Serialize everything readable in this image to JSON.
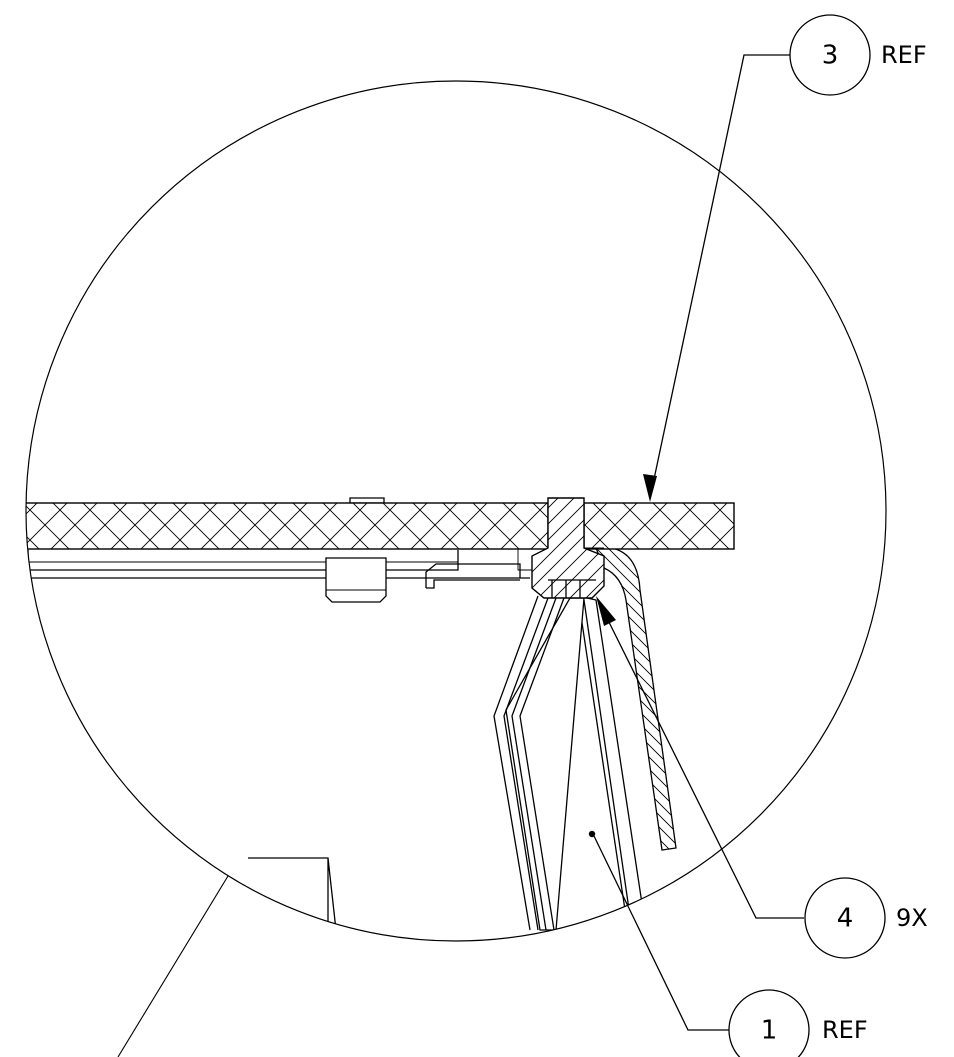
{
  "drawing": {
    "balloons": [
      {
        "id": "balloon-3",
        "number": "3",
        "note": "REF"
      },
      {
        "id": "balloon-4",
        "number": "4",
        "note": "9X"
      },
      {
        "id": "balloon-1",
        "number": "1",
        "note": "REF"
      }
    ]
  }
}
